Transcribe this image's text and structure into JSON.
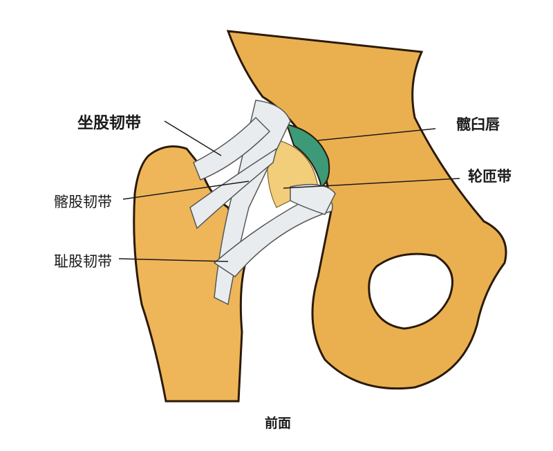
{
  "labels": {
    "ischiofemoral": "坐股韧带",
    "iliofemoral": "髂股韧带",
    "pubofemoral": "耻股韧带",
    "acetabular_labrum": "髋臼唇",
    "zona_orbicularis": "轮匝带",
    "view": "前面"
  },
  "colors": {
    "bone": "#e8a94a",
    "bone_light": "#f2c56e",
    "ligament": "#e9ecef",
    "labrum": "#3c9a78",
    "outline": "#2a1a0a"
  }
}
